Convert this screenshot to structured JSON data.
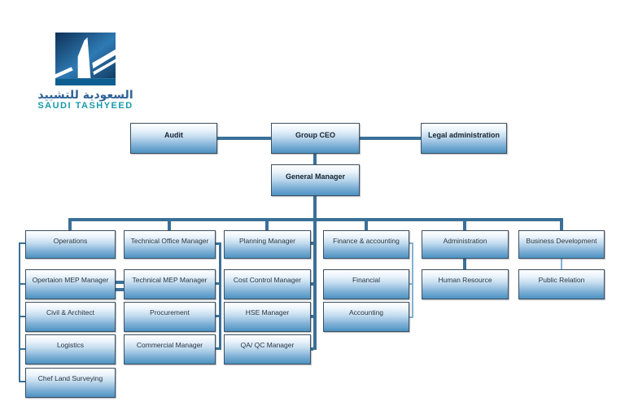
{
  "logo": {
    "arabic": "السعودية للتشييد",
    "english": "SAUDI TASHYEED"
  },
  "org_chart": {
    "staff": {
      "audit": "Audit",
      "legal": "Legal administration"
    },
    "root": "Group CEO",
    "general_manager": "General Manager",
    "departments": {
      "operations": {
        "label": "Operations",
        "children": [
          "Opertaion MEP Manager",
          "Civil & Architect",
          "Logistics",
          "Chef Land Surveying"
        ]
      },
      "technical": {
        "label": "Technical Office Manager",
        "children": [
          "Technical MEP Manager",
          "Procurement",
          "Commercial Manager"
        ]
      },
      "planning": {
        "label": "Planning Manager",
        "children": [
          "Cost Control Manager",
          "HSE Manager",
          "QA/ QC Manager"
        ]
      },
      "finance": {
        "label": "Finance & accounting",
        "children": [
          "Financial",
          "Accounting"
        ]
      },
      "administration": {
        "label": "Administration",
        "children": [
          "Human Resource"
        ]
      },
      "business_development": {
        "label": "Business Development",
        "children": [
          "Public Relation"
        ]
      }
    }
  },
  "colors": {
    "box_border": "#3c4f60",
    "box_gradient_top": "#ffffff",
    "box_gradient_bottom": "#4d92c2",
    "connector": "#3a7097",
    "connector_light": "#82b1d2",
    "logo_blue": "#2e7ab4",
    "logo_band": "#0e5e90",
    "logo_arabic_text": "#2f6296",
    "logo_english_text": "#1899a9"
  }
}
